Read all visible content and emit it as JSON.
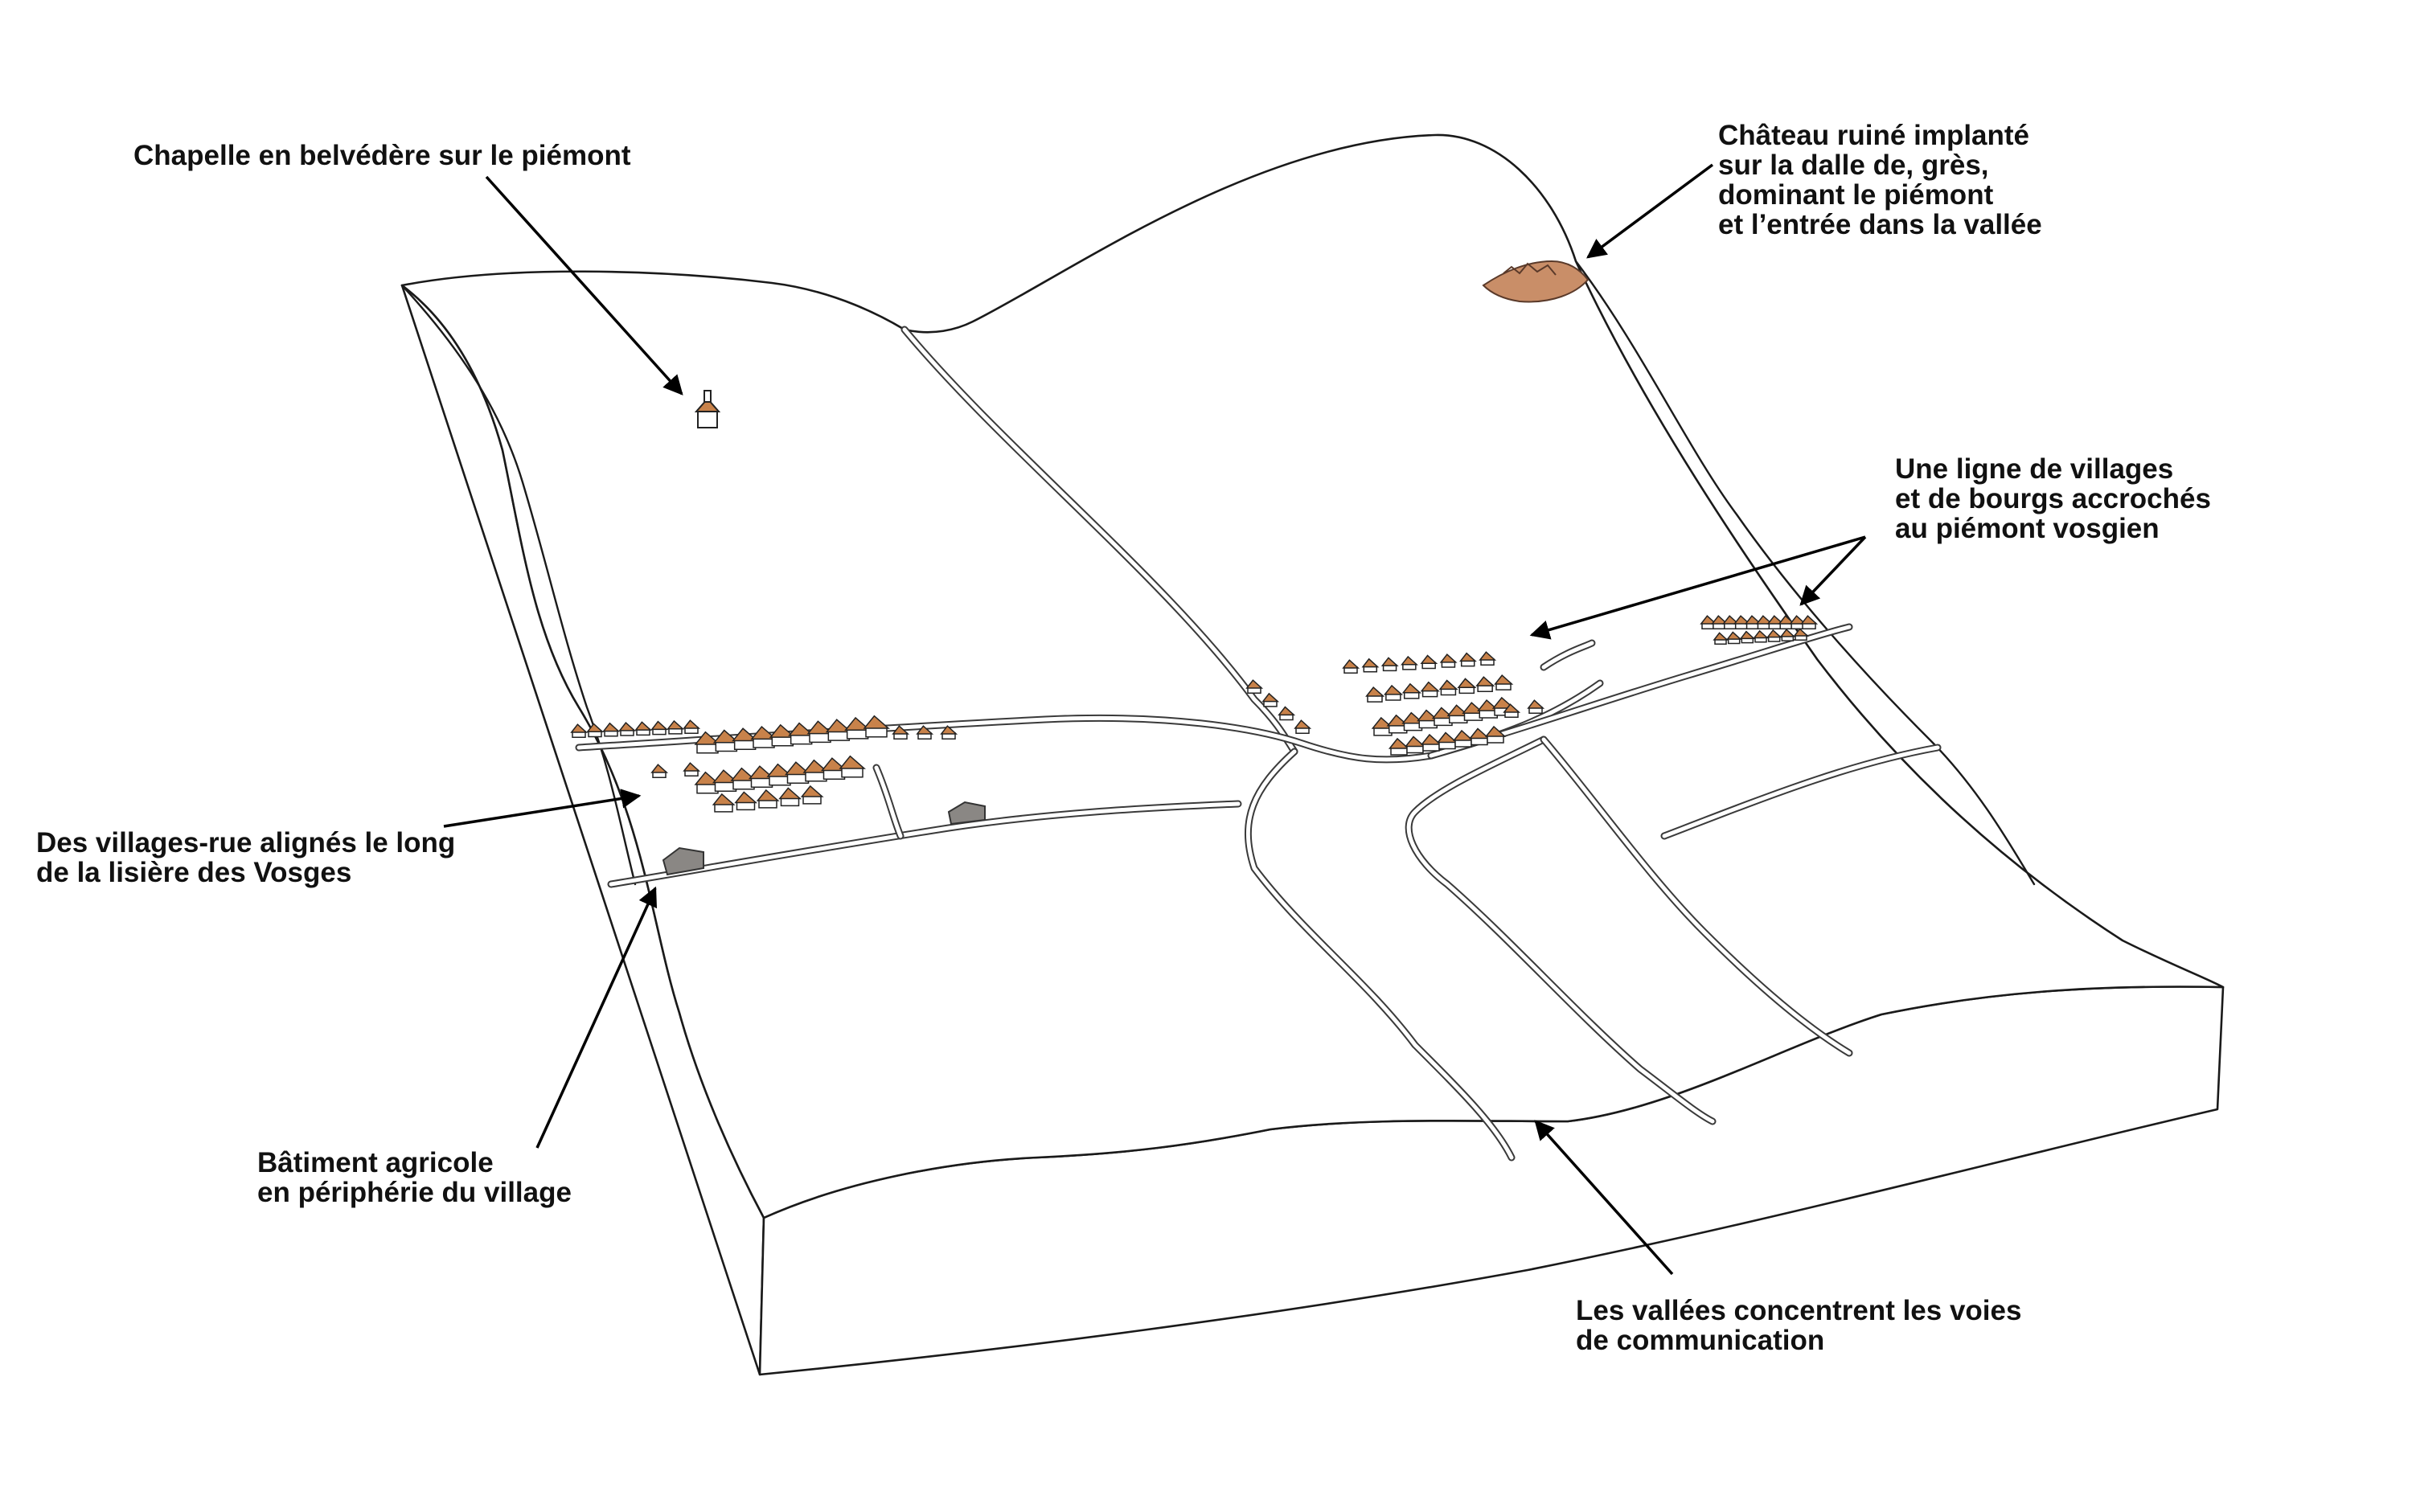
{
  "labels": {
    "chapelle": {
      "lines": [
        "Chapelle en belvédère sur le piémont"
      ]
    },
    "chateau": {
      "lines": [
        "Château ruiné implanté",
        "sur la dalle de, grès,",
        "dominant le piémont",
        "et l’entrée dans la vallée"
      ]
    },
    "villages_ligne": {
      "lines": [
        "Une ligne de villages",
        "et de bourgs  accrochés",
        "au piémont vosgien"
      ]
    },
    "villages_rue": {
      "lines": [
        "Des villages-rue alignés le  long",
        "de la lisière des Vosges"
      ]
    },
    "batiment": {
      "lines": [
        "Bâtiment agricole",
        "en périphérie du village"
      ]
    },
    "vallees": {
      "lines": [
        "Les vallées concentrent les voies",
        "de communication"
      ]
    }
  },
  "colors": {
    "roof": "#c8824a",
    "castle": "#c98e68",
    "farm_building": "#8a8784",
    "ink": "#1a1a1a"
  }
}
